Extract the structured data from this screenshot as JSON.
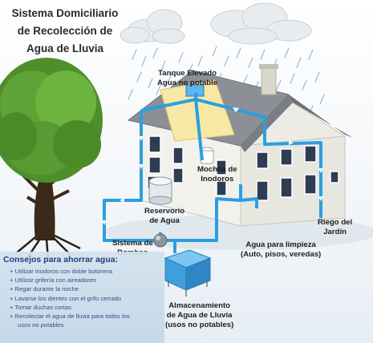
{
  "title": [
    "Sistema Domiciliario",
    "de Recolección de",
    "Agua de Lluvia"
  ],
  "labels": {
    "tanque": [
      "Tanque Elevado",
      "Agua no potable"
    ],
    "mochila": [
      "Mochila de",
      "Inodoros"
    ],
    "reservorio": [
      "Reservorio",
      "de  Agua"
    ],
    "riego": [
      "Riego del",
      "Jardín"
    ],
    "sistema": [
      "Sistema de",
      "Bombeo"
    ],
    "limpieza": [
      "Agua para limpieza",
      "(Auto, pisos, veredas)"
    ],
    "almacenamiento": [
      "Almacenamiento",
      "de Agua de Lluvia",
      "(usos no potables)"
    ]
  },
  "tips": {
    "title": "Consejos para ahorrar agua:",
    "items": [
      "Utilizar inodoros con doble botonera",
      "Utilizar grifería con aireadores",
      "Regar durante la noche",
      "Lavarse los dientes con el grifo cerrado",
      "Tomar duchas cortas",
      "Recolectar el agua de lluvia para todos los",
      "usos no potables"
    ]
  },
  "colors": {
    "pipe": "#2a9fe0",
    "tips_text": "#3a4a8a",
    "tips_title": "#1f3f7a",
    "roof": "#8c9096",
    "wall": "#f2f1ec",
    "tree": "#5fa336"
  }
}
